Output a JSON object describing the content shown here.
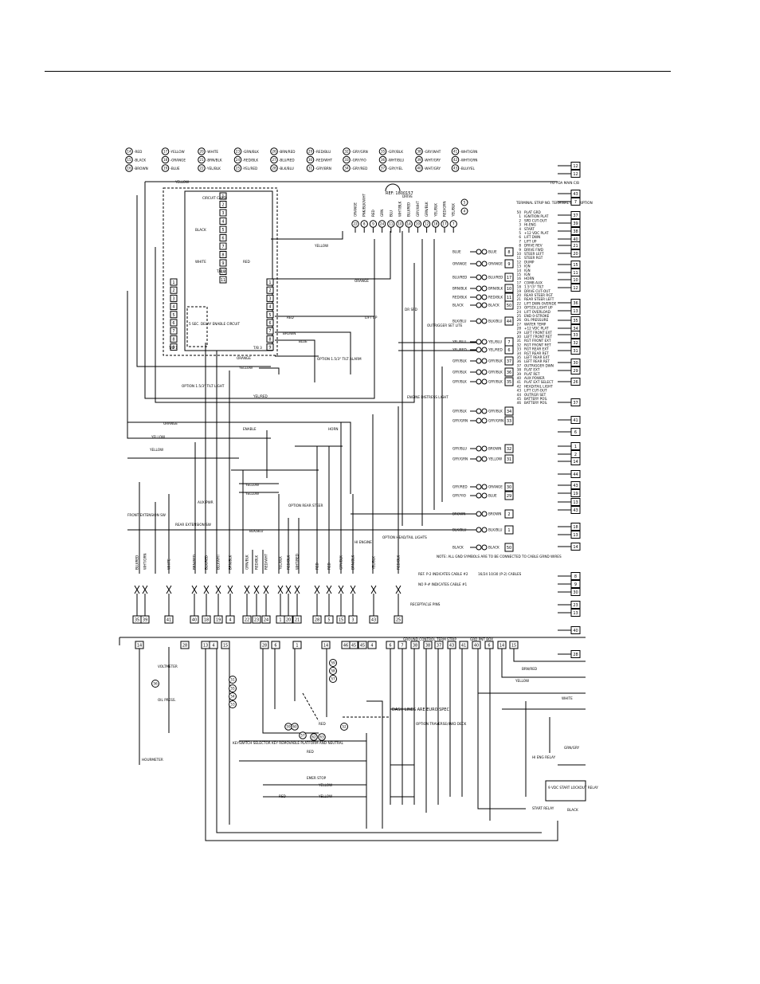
{
  "legend": [
    [
      "14",
      "-RED"
    ],
    [
      "17",
      "-YELLOW"
    ],
    [
      "20",
      "-WHITE"
    ],
    [
      "23",
      "-GRN/BLK"
    ],
    [
      "26",
      "-BRN/RED"
    ],
    [
      "29",
      "-RED/BLU"
    ],
    [
      "32",
      "-GRY/GRN"
    ],
    [
      "35",
      "-GRY/BLK"
    ],
    [
      "38",
      "-GRY/WHT"
    ],
    [
      "41",
      "-WHT/GRN"
    ],
    [
      "15",
      "-BLACK"
    ],
    [
      "18",
      "-ORANGE"
    ],
    [
      "21",
      "-BRN/BLK"
    ],
    [
      "24",
      "-RED/BLK"
    ],
    [
      "27",
      "-BLU/RED"
    ],
    [
      "30",
      "-RED/WHT"
    ],
    [
      "33",
      "-GRY/YIO"
    ],
    [
      "36",
      "-WHT/BLU"
    ],
    [
      "39",
      "-WHT/GRY"
    ],
    [
      "42",
      "-WHT/GRN"
    ],
    [
      "16",
      "-BROWN"
    ],
    [
      "19",
      "-BLUE"
    ],
    [
      "22",
      "-YEL/BLK"
    ],
    [
      "25",
      "-YEL/RED"
    ],
    [
      "28",
      "-BLK/BLU"
    ],
    [
      "31",
      "-GRY/BRN"
    ],
    [
      "34",
      "-GRY/RED"
    ],
    [
      "37",
      "-GRY/YEL"
    ],
    [
      "40",
      "-WHT/GRY"
    ],
    [
      "43",
      "-BLU/YEL"
    ]
  ],
  "labels": {
    "ref": "REF: 1800157",
    "drive": "DRIVE",
    "to_box": "TO TOA MAIN C/B",
    "circuit_card": "CIRCUIT CARD",
    "delay": "5 SEC. DELAY ENABLE CIRCUIT",
    "tb1": "T/B 1",
    "tb2": "T/B 2",
    "tb3": "T/B 3",
    "tilt_light": "OPTION 1.5/3° TILT LIGHT",
    "tilt_alarm": "OPTION 1.5/3° TILT ALARM",
    "lift_up": "LIFT UP",
    "outrigger_set": "OUTRIGGER SET LITE",
    "dr_spd": "DR SPD",
    "engine_distress": "ENGINE DISTRESS LIGHT",
    "ground_control": "GROUND CONTROL TERM STRIP",
    "grd_pnt_box": "GRD PNT BOX",
    "receptacle": "RECEPTACLE PINS",
    "note_gnd": "NOTE: ALL GND SYMBOLS ARE TO BE CONNECTED TO CABLE GRND WIRES",
    "note_p2": "REF. P-2 INDICATES CABLE #2",
    "note_p1": "NO P-# INDICATES CABLE #1",
    "cables": "16/24  10/30 (P-2) CABLES",
    "dash_lines": "DASH LINES ARE EURO SPEC",
    "voltmeter": "VOLTMETER",
    "oil_press": "OIL PRESS.",
    "hourmeter": "HOURMETER",
    "keyswitch": "KEYSWITCH SELECTOR KEY REMOVABLE PLATFORM AND NEUTRAL",
    "emer_stop": "EMER STOP",
    "start_relay": "START RELAY",
    "lockout": "9 VDC START LOCKOUT RELAY",
    "hi_eng_relay": "HI ENG RELAY",
    "traverse": "OPTION TRAVERSE/4WD DECK",
    "engine": "HI ENGINE",
    "horn": "HORN",
    "rear_steer": "OPTION REAR STEER",
    "enable": "ENABLE",
    "front_ext": "FRONT EXTENSION SW",
    "rear_ext": "REAR EXTENSION SW",
    "aux_pwr": "AUX PWR",
    "head_tail": "OPTION HEAD/TAIL LIGHTS"
  },
  "terminal_desc": {
    "title": "TERMINAL STRIP NO.   TERMINAL DESCRIPTION",
    "rows": [
      [
        "50",
        "PLAT GRD"
      ],
      [
        "1",
        "IGNITION PLAT"
      ],
      [
        "2",
        "SPD CUT-OUT"
      ],
      [
        "3",
        "HI-ENG"
      ],
      [
        "4",
        "START"
      ],
      [
        "5",
        "+12 VDC PLAT"
      ],
      [
        "6",
        "LIFT DWN"
      ],
      [
        "7",
        "LIFT UP"
      ],
      [
        "8",
        "DRIVE REV"
      ],
      [
        "9",
        "DRIVE FWD"
      ],
      [
        "10",
        "STEER LEFT"
      ],
      [
        "11",
        "STEER RGT"
      ],
      [
        "12",
        "DUMP"
      ],
      [
        "13",
        "IGN"
      ],
      [
        "14",
        "IGN"
      ],
      [
        "15",
        "IGN"
      ],
      [
        "16",
        "HORN"
      ],
      [
        "17",
        "COMB AUX"
      ],
      [
        "18",
        "1.5°/3° TILT"
      ],
      [
        "19",
        "DRIVE CUT-OUT"
      ],
      [
        "20",
        "REAR STEER RGT"
      ],
      [
        "21",
        "REAR STEER LEFT"
      ],
      [
        "22",
        "LIFT DWN OVERIDE"
      ],
      [
        "23",
        "OPT.EX.LIGHT UP"
      ],
      [
        "24",
        "LIFT OVERLOAD"
      ],
      [
        "25",
        "END 0-STROKE"
      ],
      [
        "26",
        "OIL PRESSURE"
      ],
      [
        "27",
        "WATER TEMP"
      ],
      [
        "28",
        "+12 VDC PLAT"
      ],
      [
        "29",
        "LEFT FRONT EXT"
      ],
      [
        "30",
        "LEFT FRONT RET"
      ],
      [
        "31",
        "RGT FRONT EXT"
      ],
      [
        "32",
        "RGT FRONT RET"
      ],
      [
        "33",
        "RGT REAR EXT"
      ],
      [
        "34",
        "RGT REAR RET"
      ],
      [
        "35",
        "LEFT REAR EXT"
      ],
      [
        "36",
        "LEFT REAR RET"
      ],
      [
        "37",
        "OUTRIGGER DWN"
      ],
      [
        "38",
        "PLAT EXT"
      ],
      [
        "39",
        "PLAT RET"
      ],
      [
        "40",
        "AUX POWER"
      ],
      [
        "41",
        "PLAT EXT SELECT"
      ],
      [
        "42",
        "HEAD/TAIL LIGHT"
      ],
      [
        "43",
        "LIFT CUT-OUT"
      ],
      [
        "44",
        "OUTRGR SET"
      ],
      [
        "45",
        "BATTERY POS."
      ],
      [
        "46",
        "BATTERY POS."
      ]
    ]
  },
  "right_terminals": [
    "12",
    "12",
    "43",
    "7",
    "37",
    "39",
    "38",
    "40",
    "21",
    "20",
    "15",
    "11",
    "10",
    "12",
    "36",
    "13",
    "35",
    "34",
    "33",
    "32",
    "31",
    "30",
    "29",
    "26",
    "37",
    "41",
    "6",
    "1",
    "2",
    "14",
    "44",
    "43",
    "19",
    "13",
    "43",
    "18",
    "13",
    "14",
    "8",
    "9",
    "30",
    "23",
    "13",
    "40",
    "28"
  ],
  "drive_pins": [
    "22",
    "8",
    "9",
    "24",
    "11",
    "10",
    "14",
    "19",
    "12",
    "18",
    "17",
    "7"
  ],
  "drive_pin_labels": [
    "ORANGE",
    "PNK/BLK/WHT",
    "RED",
    "GRN",
    "BLU",
    "WHT/BLK",
    "BLU/RED",
    "GRY/WHT",
    "GRN/BLK",
    "YEL/BLK",
    "RED/GRN",
    "YEL/BLK"
  ],
  "mid_connectors": [
    [
      "BLUE",
      "BLUE",
      "8"
    ],
    [
      "ORANGE",
      "ORANGE",
      "9"
    ],
    [
      "BLU/RED",
      "BLU/RED",
      "17"
    ],
    [
      "BRN/BLK",
      "BRN/BLK",
      "10"
    ],
    [
      "RED/BLK",
      "RED/BLK",
      "11"
    ],
    [
      "BLACK",
      "BLACK",
      "50"
    ],
    [
      "BLK/BLU",
      "BLK/BLU",
      "44"
    ],
    [
      "YEL/BLU",
      "YEL/BLU",
      "7"
    ],
    [
      "YEL/RED",
      "YEL/RED",
      "6"
    ],
    [
      "GRY/BLK",
      "GRY/BLK",
      "37"
    ],
    [
      "GRY/BLK",
      "GRY/BLK",
      "36"
    ],
    [
      "GRY/BLK",
      "GRY/BLK",
      "35"
    ],
    [
      "GRY/BLK",
      "GRY/BLK",
      "34"
    ],
    [
      "GRY/GRN",
      "GRY/GRN",
      "33"
    ],
    [
      "GRY/BLU",
      "BROWN",
      "32"
    ],
    [
      "GRY/GRN",
      "YELLOW",
      "31"
    ],
    [
      "GRY/RED",
      "ORANGE",
      "30"
    ],
    [
      "GRY/YIO",
      "BLUE",
      "29"
    ],
    [
      "BROWN",
      "BROWN",
      "2"
    ],
    [
      "BLK/BLU",
      "BLK/BLU",
      "1"
    ],
    [
      "BLACK",
      "BLACK",
      "50"
    ]
  ],
  "bottom_pins": [
    "35",
    "39",
    "41",
    "40",
    "18",
    "19",
    "4",
    "22",
    "23",
    "24",
    "1",
    "20",
    "21",
    "28",
    "5",
    "15",
    "3",
    "43",
    "25"
  ],
  "bottom_pin_labels": [
    "BLU/RED",
    "WHT/GRN",
    "WHITE",
    "BRN/RED",
    "BLK/RED",
    "BLU/WHT",
    "BRN/BLK",
    "GRN/BLK",
    "RED/BLK",
    "RED/WHT",
    "YEL/BLK",
    "RED/BLK",
    "WHT/RED",
    "RED",
    "RED",
    "GRY/BLK",
    "BRN/BLK",
    "YEL/BLK",
    "RED/BLK"
  ],
  "ground_strip": [
    "14",
    "28",
    "13",
    "4",
    "15",
    "28",
    "6",
    "1",
    "14",
    "46",
    "45",
    "45",
    "4",
    "6",
    "7",
    "38",
    "38",
    "37",
    "43",
    "41",
    "40",
    "6",
    "14",
    "15"
  ],
  "lower_circles": [
    "59",
    "58",
    "57",
    "56",
    "51",
    "55",
    "54",
    "53",
    "52"
  ],
  "wire_colors_text": [
    "YELLOW",
    "RED",
    "ORANGE",
    "BLACK",
    "WHITE",
    "BROWN",
    "BLUE",
    "YEL/RED",
    "BLK/BLU",
    "BRN/RED",
    "GRN/GRY"
  ]
}
